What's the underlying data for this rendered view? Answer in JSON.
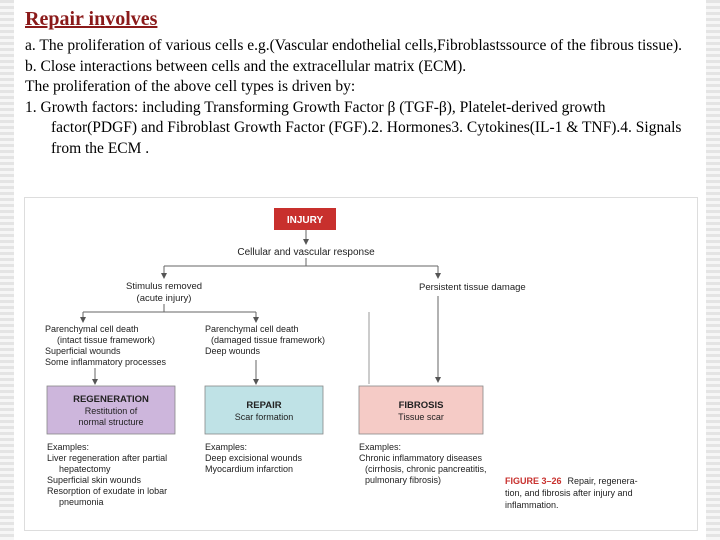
{
  "heading": "Repair involves",
  "para_a": "a. The proliferation of various cells e.g.(Vascular endothelial cells,Fibroblastssource of the fibrous tissue).",
  "para_b": "b. Close interactions between cells and the extracellular matrix (ECM).",
  "para_c": "The proliferation of the above cell types is driven by:",
  "item_1": "1.  Growth factors: including Transforming Growth Factor β (TGF-β), Platelet-derived growth factor(PDGF) and Fibroblast Growth Factor (FGF).2. Hormones3. Cytokines(IL-1 & TNF).4. Signals from the ECM .",
  "figure": {
    "injury": "INJURY",
    "response": "Cellular and vascular response",
    "stimulus_1": "Stimulus removed",
    "stimulus_2": "(acute injury)",
    "persistent": "Persistent tissue damage",
    "left_cond": [
      "Parenchymal cell death",
      "(intact tissue framework)",
      "Superficial wounds",
      "Some inflammatory processes"
    ],
    "mid_cond": [
      "Parenchymal cell death",
      "(damaged tissue framework)",
      "Deep wounds"
    ],
    "regen_title": "REGENERATION",
    "regen_sub_1": "Restitution of",
    "regen_sub_2": "normal structure",
    "repair_title": "REPAIR",
    "repair_sub": "Scar formation",
    "fibrosis_title": "FIBROSIS",
    "fibrosis_sub": "Tissue scar",
    "ex_label": "Examples:",
    "regen_examples": [
      "Liver regeneration after partial",
      "hepatectomy",
      "Superficial skin wounds",
      "Resorption of exudate in lobar",
      "pneumonia"
    ],
    "repair_examples": [
      "Deep excisional wounds",
      "Myocardium infarction"
    ],
    "fibrosis_examples": [
      "Chronic inflammatory diseases",
      "(cirrhosis, chronic pancreatitis,",
      "pulmonary fibrosis)"
    ],
    "caption_label": "FIGURE 3–26",
    "caption_1": "Repair, regenera-",
    "caption_2": "tion, and fibrosis after injury and",
    "caption_3": "inflammation.",
    "colors": {
      "injury": "#c8302d",
      "regeneration": "#cdb6dc",
      "repair": "#bfe2e6",
      "fibrosis": "#f5cbc6",
      "caption_accent": "#c8302d",
      "heading": "#8b1a1a"
    }
  }
}
